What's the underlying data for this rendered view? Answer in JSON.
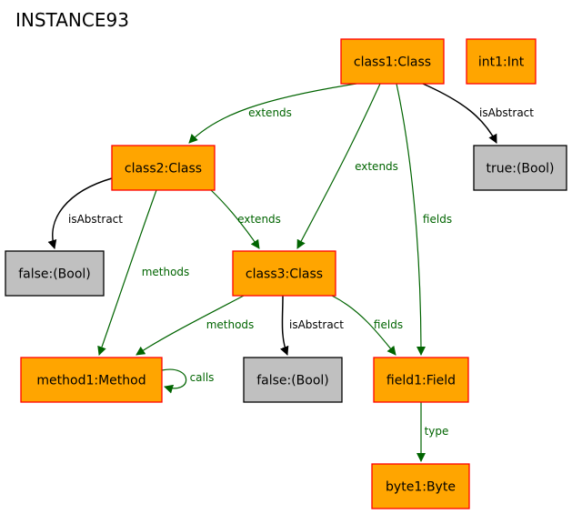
{
  "title": "INSTANCE93",
  "colors": {
    "object_fill": "#FFA500",
    "object_border": "#FF0000",
    "value_fill": "#C0C0C0",
    "value_border": "#000000",
    "green_edge": "#006400",
    "black_edge": "#000000"
  },
  "nodes": [
    {
      "id": "class1",
      "label": "class1:Class",
      "kind": "object"
    },
    {
      "id": "int1",
      "label": "int1:Int",
      "kind": "object"
    },
    {
      "id": "class2",
      "label": "class2:Class",
      "kind": "object"
    },
    {
      "id": "true1",
      "label": "true:(Bool)",
      "kind": "value"
    },
    {
      "id": "false1",
      "label": "false:(Bool)",
      "kind": "value"
    },
    {
      "id": "class3",
      "label": "class3:Class",
      "kind": "object"
    },
    {
      "id": "method1",
      "label": "method1:Method",
      "kind": "object"
    },
    {
      "id": "false2",
      "label": "false:(Bool)",
      "kind": "value"
    },
    {
      "id": "field1",
      "label": "field1:Field",
      "kind": "object"
    },
    {
      "id": "byte1",
      "label": "byte1:Byte",
      "kind": "object"
    }
  ],
  "edges": [
    {
      "from": "class1",
      "to": "class2",
      "label": "extends",
      "color": "green"
    },
    {
      "from": "class1",
      "to": "true1",
      "label": "isAbstract",
      "color": "black"
    },
    {
      "from": "class1",
      "to": "class3",
      "label": "extends",
      "color": "green"
    },
    {
      "from": "class1",
      "to": "field1",
      "label": "fields",
      "color": "green"
    },
    {
      "from": "class2",
      "to": "false1",
      "label": "isAbstract",
      "color": "black"
    },
    {
      "from": "class2",
      "to": "class3",
      "label": "extends",
      "color": "green"
    },
    {
      "from": "class2",
      "to": "method1",
      "label": "methods",
      "color": "green"
    },
    {
      "from": "class3",
      "to": "method1",
      "label": "methods",
      "color": "green"
    },
    {
      "from": "class3",
      "to": "false2",
      "label": "isAbstract",
      "color": "black"
    },
    {
      "from": "class3",
      "to": "field1",
      "label": "fields",
      "color": "green"
    },
    {
      "from": "method1",
      "to": "method1",
      "label": "calls",
      "color": "green"
    },
    {
      "from": "field1",
      "to": "byte1",
      "label": "type",
      "color": "green"
    }
  ]
}
